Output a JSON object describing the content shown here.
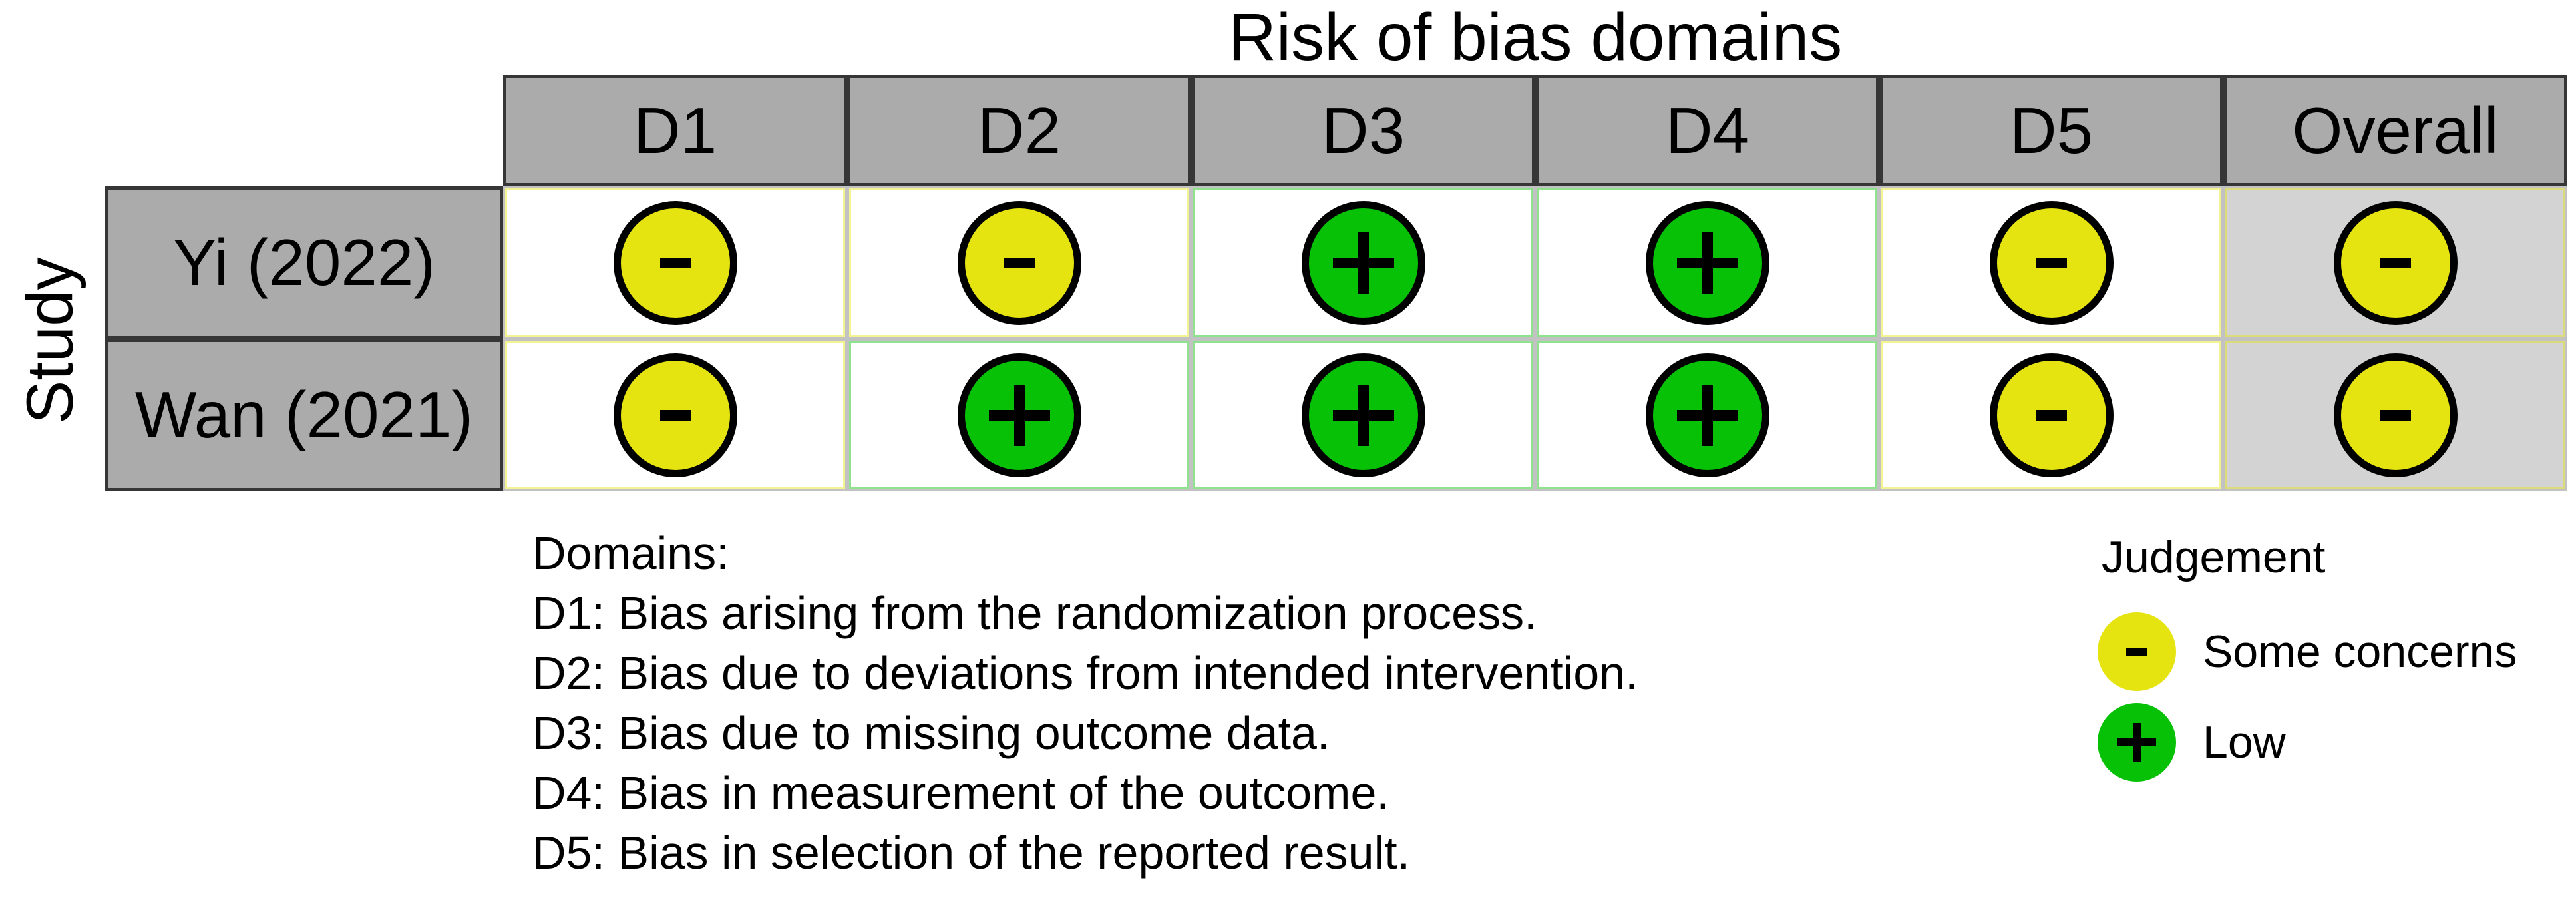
{
  "title": "Risk of bias domains",
  "y_axis_label": "Study",
  "table": {
    "columns": [
      "D1",
      "D2",
      "D3",
      "D4",
      "D5",
      "Overall"
    ],
    "rows": [
      {
        "study": "Yi (2022)",
        "judgements": [
          "some_concerns",
          "some_concerns",
          "low",
          "low",
          "some_concerns",
          "some_concerns"
        ]
      },
      {
        "study": "Wan (2021)",
        "judgements": [
          "some_concerns",
          "low",
          "low",
          "low",
          "some_concerns",
          "some_concerns"
        ]
      }
    ]
  },
  "judgement_styles": {
    "some_concerns": {
      "label": "Some concerns",
      "symbol": "-",
      "color": "#e5e410",
      "pale": "rgba(229,228,16,0.45)"
    },
    "low": {
      "label": "Low",
      "symbol": "+",
      "color": "#06c106",
      "pale": "rgba(6,193,6,0.45)"
    }
  },
  "domains_legend": {
    "heading": "Domains:",
    "items": [
      "D1: Bias arising from the randomization process.",
      "D2: Bias due to deviations from intended intervention.",
      "D3: Bias due to missing outcome data.",
      "D4: Bias in measurement of the outcome.",
      "D5: Bias in selection of the reported result."
    ]
  },
  "judgement_legend": {
    "title": "Judgement",
    "entries": [
      {
        "key": "some_concerns",
        "label": "Some concerns"
      },
      {
        "key": "low",
        "label": "Low"
      }
    ]
  },
  "colors": {
    "header_bg": "#ababab",
    "dark_border": "#363636",
    "cell_border": "#c2c2c2",
    "overall_bg": "#d3d3d3",
    "some_concerns": "#e5e410",
    "low": "#06c106",
    "sign": "#000000"
  },
  "chart_data": {
    "type": "heatmap",
    "title": "Risk of bias domains",
    "xlabel": "Risk of bias domains",
    "ylabel": "Study",
    "x": [
      "D1",
      "D2",
      "D3",
      "D4",
      "D5",
      "Overall"
    ],
    "y": [
      "Yi (2022)",
      "Wan (2021)"
    ],
    "values": [
      [
        "Some concerns",
        "Some concerns",
        "Low",
        "Low",
        "Some concerns",
        "Some concerns"
      ],
      [
        "Some concerns",
        "Low",
        "Low",
        "Low",
        "Some concerns",
        "Some concerns"
      ]
    ],
    "symbols": [
      [
        "-",
        "-",
        "+",
        "+",
        "-",
        "-"
      ],
      [
        "-",
        "+",
        "+",
        "+",
        "-",
        "-"
      ]
    ],
    "legend": {
      "title": "Judgement",
      "position": "bottom-right",
      "entries": [
        {
          "label": "Some concerns",
          "symbol": "-",
          "color": "#e5e410"
        },
        {
          "label": "Low",
          "symbol": "+",
          "color": "#06c106"
        }
      ]
    },
    "footnotes": [
      "D1: Bias arising from the randomization process.",
      "D2: Bias due to deviations from intended intervention.",
      "D3: Bias due to missing outcome data.",
      "D4: Bias in measurement of the outcome.",
      "D5: Bias in selection of the reported result."
    ],
    "grid": "on",
    "overall_column_shaded": true
  }
}
